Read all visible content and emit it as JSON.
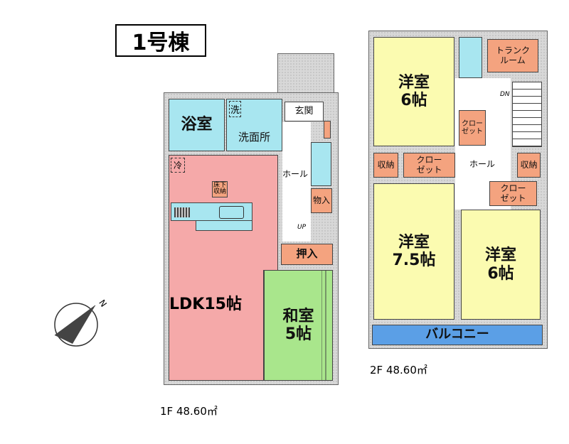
{
  "title": "1号棟",
  "floor1": {
    "area_label": "1F 48.60㎡",
    "rooms": {
      "bath": "浴室",
      "washroom": "洗面所",
      "wash_mark": "洗",
      "entrance": "玄関",
      "hall": "ホール",
      "storage": "物入",
      "fridge": "冷",
      "underfloor": "床下\n収納",
      "oshiire": "押入",
      "ldk": "LDK15帖",
      "washitsu": "和室\n5帖",
      "up": "UP"
    }
  },
  "floor2": {
    "area_label": "2F 48.60㎡",
    "rooms": {
      "western1": "洋室\n6帖",
      "trunk": "トランク\nルーム",
      "closet_v": "クロー\nゼット",
      "dn": "DN",
      "storage_l": "収納",
      "closet_l": "クロー\nゼット",
      "hall": "ホール",
      "storage_r": "収納",
      "closet_r": "クロー\nゼット",
      "western2": "洋室\n7.5帖",
      "western3": "洋室\n6帖",
      "balcony": "バルコニー"
    }
  },
  "compass": {
    "label": "N"
  },
  "colors": {
    "western": "#fbfbb0",
    "ldk": "#f5a9a9",
    "washitsu": "#a9e68c",
    "wet": "#a8e6f0",
    "storage": "#f4a37f",
    "balcony": "#5b9fe6"
  }
}
